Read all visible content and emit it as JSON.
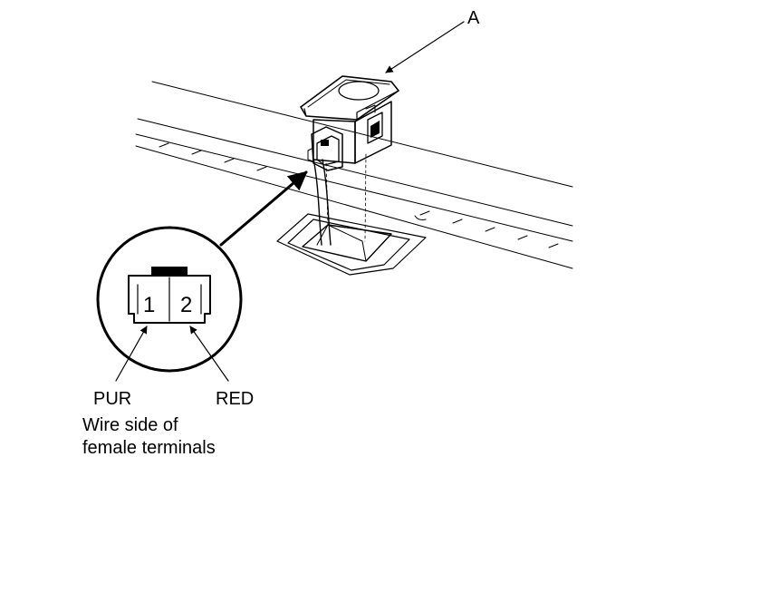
{
  "callouts": {
    "component_label": "A",
    "pin_1": "1",
    "pin_2": "2",
    "wire_1_color": "PUR",
    "wire_2_color": "RED",
    "view_caption_line1": "Wire side of",
    "view_caption_line2": "female terminals"
  },
  "colors": {
    "ink": "#000000",
    "background": "#ffffff"
  }
}
